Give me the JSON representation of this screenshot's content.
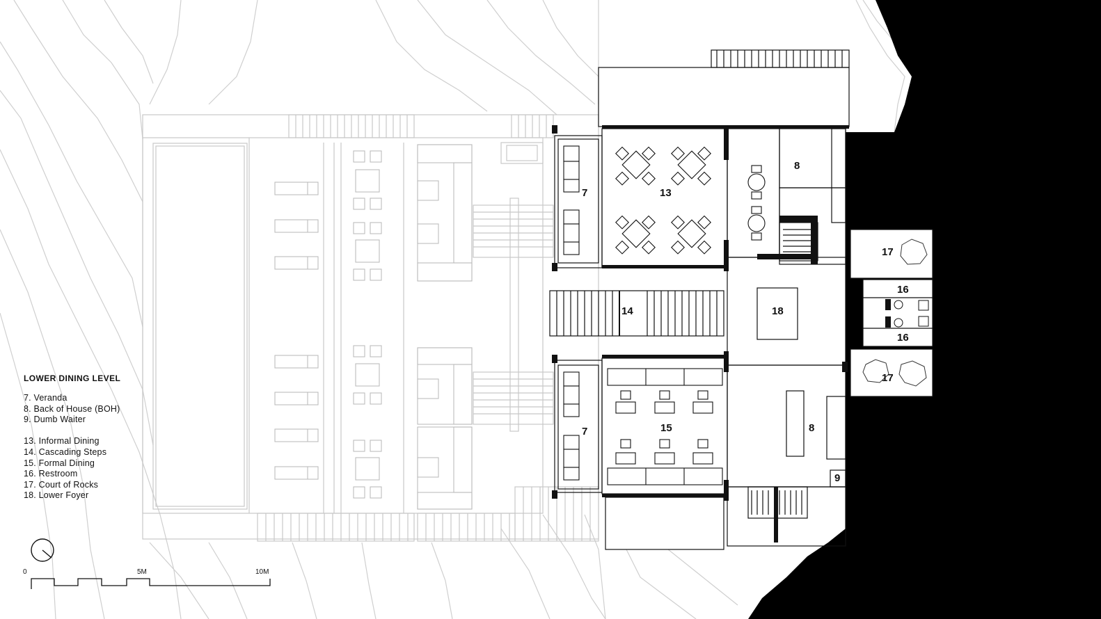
{
  "legend": {
    "title": "LOWER DINING LEVEL",
    "group1": [
      "7. Veranda",
      "8. Back of House (BOH)",
      "9. Dumb Waiter"
    ],
    "group2": [
      "13.  Informal Dining",
      "14.  Cascading Steps",
      "15.  Formal Dining",
      "16.  Restroom",
      "17.  Court of Rocks",
      "18.  Lower Foyer"
    ]
  },
  "scale_bar": {
    "tick_0": "0",
    "tick_5": "5M",
    "tick_10": "10M"
  },
  "rooms": {
    "veranda_top": "7",
    "veranda_bottom": "7",
    "informal_dining": "13",
    "cascading_steps": "14",
    "formal_dining": "15",
    "restroom_top": "16",
    "restroom_bottom": "16",
    "court_rocks_top": "17",
    "court_rocks_bottom": "17",
    "lower_foyer": "18",
    "boh_top": "8",
    "boh_bottom": "8",
    "dumb_waiter": "9"
  },
  "colors": {
    "context_line": "#c8c8c8",
    "wall": "#111111",
    "mass": "#000000"
  }
}
